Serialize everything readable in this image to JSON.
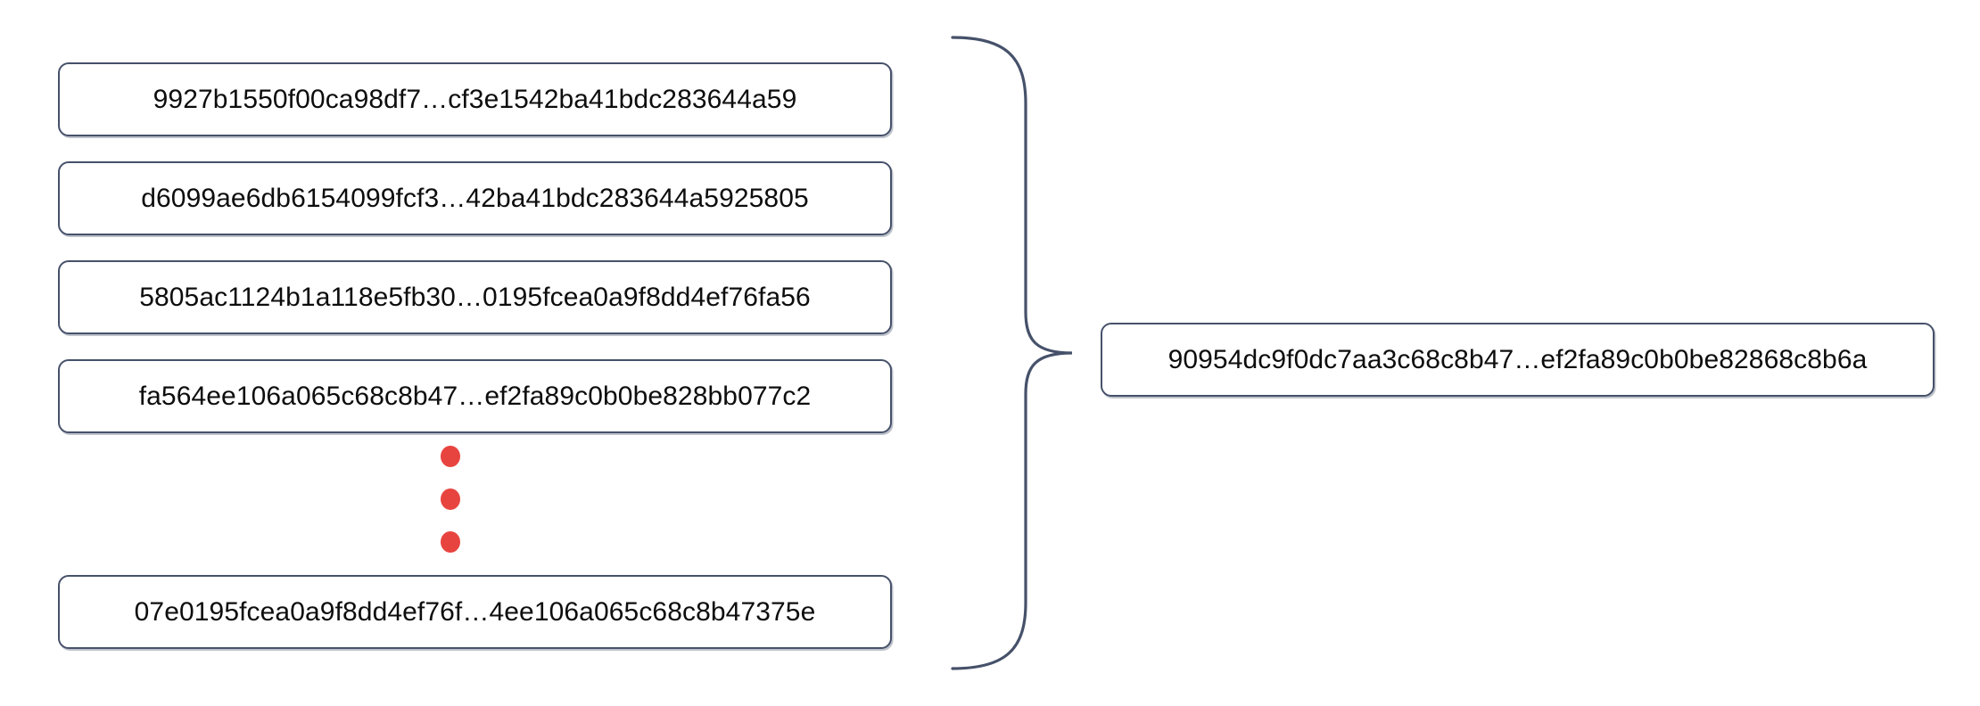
{
  "diagram": {
    "type": "hash-aggregation",
    "title": "",
    "colors": {
      "box_border": "#46516a",
      "box_fill": "#ffffff",
      "text": "#0d0d0d",
      "ellipsis_dot": "#e8443f",
      "brace_stroke": "#46516a",
      "background": "#ffffff"
    },
    "inputs": {
      "label": "input-hashes",
      "items": [
        {
          "hash": "9927b1550f00ca98df7…cf3e1542ba41bdc283644a59"
        },
        {
          "hash": "d6099ae6db6154099fcf3…42ba41bdc283644a5925805"
        },
        {
          "hash": "5805ac1124b1a118e5fb30…0195fcea0a9f8dd4ef76fa56"
        },
        {
          "hash": "fa564ee106a065c68c8b47…ef2fa89c0b0be828bb077c2"
        },
        {
          "hash": "07e0195fcea0a9f8dd4ef76f…4ee106a065c68c8b47375e"
        }
      ]
    },
    "ellipsis": {
      "name": "vertical-ellipsis",
      "dot_count": 3,
      "meaning": "more items omitted"
    },
    "grouping": {
      "name": "curly-brace",
      "direction": "right",
      "spans": "all-input-hashes"
    },
    "output": {
      "label": "output-hash",
      "hash": "90954dc9f0dc7aa3c68c8b47…ef2fa89c0b0be82868c8b6a"
    }
  }
}
